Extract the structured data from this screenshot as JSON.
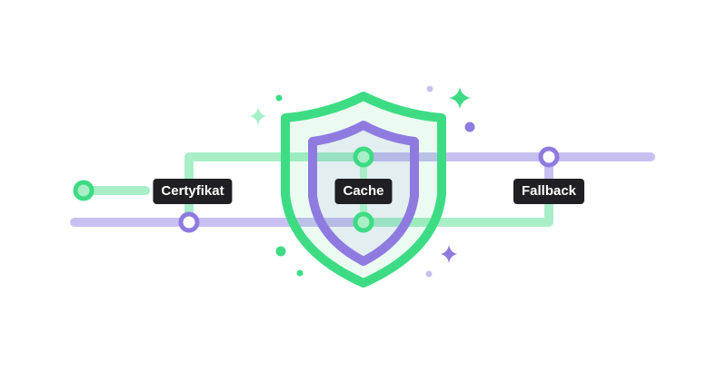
{
  "labels": {
    "certificate": "Certyfikat",
    "cache": "Cache",
    "fallback": "Fallback"
  },
  "colors": {
    "green": "#3ddc84",
    "green_light": "#a8efc8",
    "purple": "#8f7be0",
    "purple_light": "#c9c0f2",
    "label_bg": "#1f1f24",
    "label_text": "#ffffff"
  },
  "icons": [
    "shield-icon",
    "sparkle-icon"
  ]
}
